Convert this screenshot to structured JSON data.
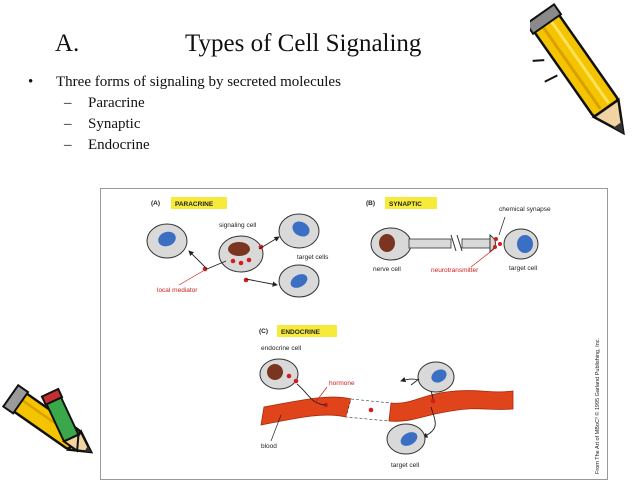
{
  "slide": {
    "title_letter": "A.",
    "title_text": "Types of Cell Signaling",
    "bullet_symbol": "•",
    "bullet_dash": "–",
    "bullet": "Three forms of signaling by secreted molecules",
    "sub_bullets": [
      "Paracrine",
      "Synaptic",
      "Endocrine"
    ]
  },
  "figure": {
    "panel_a": {
      "letter": "(A)",
      "tag": "PARACRINE",
      "signaling_cell": "signaling cell",
      "target_cells": "target cells",
      "local_mediator": "local mediator"
    },
    "panel_b": {
      "letter": "(B)",
      "tag": "SYNAPTIC",
      "chemical_synapse": "chemical synapse",
      "nerve_cell": "nerve cell",
      "neurotransmitter": "neurotransmitter",
      "target_cell": "target cell"
    },
    "panel_c": {
      "letter": "(C)",
      "tag": "ENDOCRINE",
      "endocrine_cell": "endocrine cell",
      "hormone": "hormone",
      "blood": "blood",
      "target_cell": "target cell"
    },
    "credit": "From The Art of MBoC³ © 1995 Garland Publishing, Inc.",
    "colors": {
      "tag_bg": "#f6ea3a",
      "cell_fill": "#d9d9d9",
      "nucleus_blue": "#3b6fc4",
      "nucleus_brown": "#7a3520",
      "signal_red": "#d31c1c",
      "blood_red": "#e0441a"
    }
  },
  "decorations": [
    "pencil-icon-top-right",
    "pencil-icon-bottom-left",
    "pencil-icon-bottom-left-small"
  ]
}
